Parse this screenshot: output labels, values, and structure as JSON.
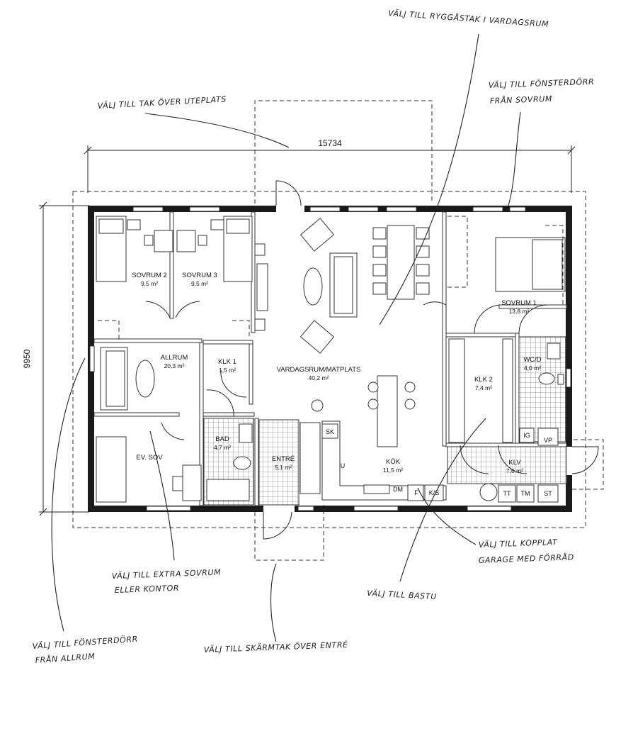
{
  "dimensions": {
    "width": "15734",
    "depth": "9950"
  },
  "rooms": [
    {
      "name": "SOVRUM 2",
      "area": "9,5 m²"
    },
    {
      "name": "SOVRUM 3",
      "area": "9,5 m²"
    },
    {
      "name": "ALLRUM",
      "area": "20,3 m²"
    },
    {
      "name": "KLK 1",
      "area": "1,5 m²"
    },
    {
      "name": "VARDAGSRUM/MATPLATS",
      "area": "40,2 m²"
    },
    {
      "name": "SOVRUM 1",
      "area": "13,8 m²"
    },
    {
      "name": "WC/D",
      "area": "4,0 m²"
    },
    {
      "name": "KLK 2",
      "area": "7,4 m²"
    },
    {
      "name": "BAD",
      "area": "4,7 m²"
    },
    {
      "name": "ENTRÉ",
      "area": "5,1 m²"
    },
    {
      "name": "KÖK",
      "area": "11,5 m²"
    },
    {
      "name": "KLV",
      "area": "7,6 m²"
    },
    {
      "name": "EV. SOV",
      "area": ""
    }
  ],
  "fixtures": [
    "SK",
    "U",
    "DM",
    "F",
    "K/S",
    "TT",
    "TM",
    "ST",
    "IG",
    "VP"
  ],
  "notes": [
    "VÄLJ TILL RYGGÅSTAK I VARDAGSRUM",
    "VÄLJ TILL TAK ÖVER UTEPLATS",
    "VÄLJ TILL FÖNSTERDÖRR",
    "FRÅN SOVRUM",
    "VÄLJ TILL KOPPLAT",
    "GARAGE MED FÖRRÅD",
    "VÄLJ TILL EXTRA SOVRUM",
    "ELLER KONTOR",
    "VÄLJ TILL BASTU",
    "VÄLJ TILL FÖNSTERDÖRR",
    "FRÅN ALLRUM",
    "VÄLJ TILL SKÄRMTAK ÖVER ENTRÉ"
  ]
}
